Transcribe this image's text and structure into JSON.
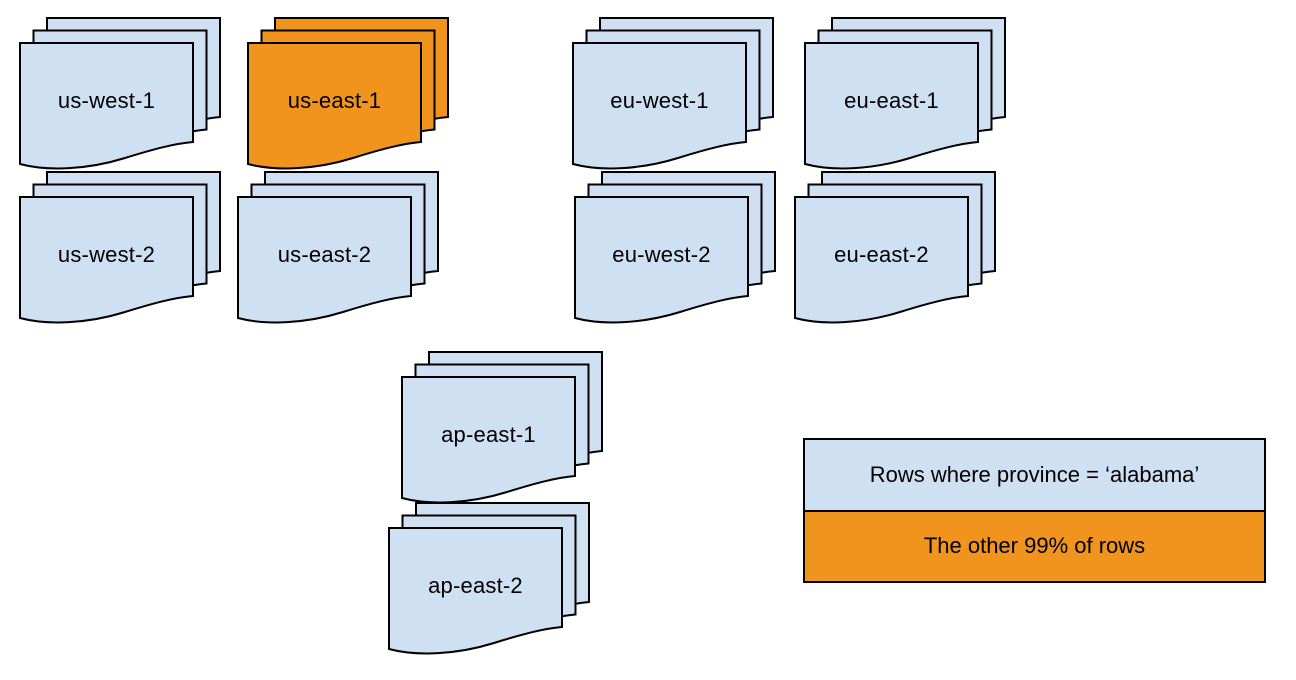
{
  "diagram": {
    "colors": {
      "default": "#cfe0f3",
      "highlight": "#f0941e",
      "stroke": "#000000",
      "label": "#000000"
    },
    "stacks": [
      {
        "label": "us-west-1",
        "variant": "default"
      },
      {
        "label": "us-east-1",
        "variant": "highlight"
      },
      {
        "label": "eu-west-1",
        "variant": "default"
      },
      {
        "label": "eu-east-1",
        "variant": "default"
      },
      {
        "label": "us-west-2",
        "variant": "default"
      },
      {
        "label": "us-east-2",
        "variant": "default"
      },
      {
        "label": "eu-west-2",
        "variant": "default"
      },
      {
        "label": "eu-east-2",
        "variant": "default"
      },
      {
        "label": "ap-east-1",
        "variant": "default"
      },
      {
        "label": "ap-east-2",
        "variant": "default"
      }
    ],
    "legend": {
      "items": [
        {
          "label": "Rows where province = ‘alabama’",
          "variant": "default"
        },
        {
          "label": "The other 99% of rows",
          "variant": "highlight"
        }
      ]
    }
  }
}
